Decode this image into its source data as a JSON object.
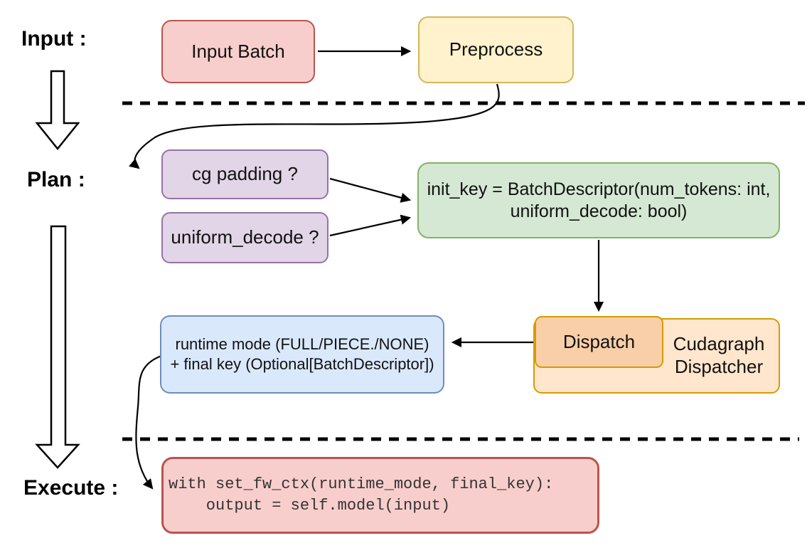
{
  "phases": {
    "input_label": "Input :",
    "plan_label": "Plan :",
    "execute_label": "Execute :"
  },
  "nodes": {
    "input_batch": "Input Batch",
    "preprocess": "Preprocess",
    "cg_padding": "cg padding ?",
    "uniform_decode": "uniform_decode ?",
    "init_key": {
      "line1": "init_key = BatchDescriptor(num_tokens: int,",
      "line2": "uniform_decode: bool)"
    },
    "runtime_result": {
      "line1": "runtime mode (FULL/PIECE./NONE)",
      "line2": "+ final key (Optional[BatchDescriptor])"
    },
    "dispatch": "Dispatch",
    "cudagraph_dispatcher": {
      "line1": "Cudagraph",
      "line2": "Dispatcher"
    },
    "execute_code": {
      "line1": "with set_fw_ctx(runtime_mode, final_key):",
      "line2": "    output = self.model(input)"
    }
  },
  "colors": {
    "red_fill": "#F8CECC",
    "red_stroke": "#B85450",
    "yellow_fill": "#FFF2CC",
    "yellow_stroke": "#D6B656",
    "purple_fill": "#E1D5E7",
    "purple_stroke": "#9673A6",
    "green_fill": "#D5E8D4",
    "green_stroke": "#82B366",
    "blue_fill": "#DAE8FC",
    "blue_stroke": "#6C8EBF",
    "orange_outer_fill": "#FFE6CC",
    "orange_inner_fill": "#F8CFA9",
    "orange_stroke": "#D79B00",
    "connector": "#000000"
  }
}
